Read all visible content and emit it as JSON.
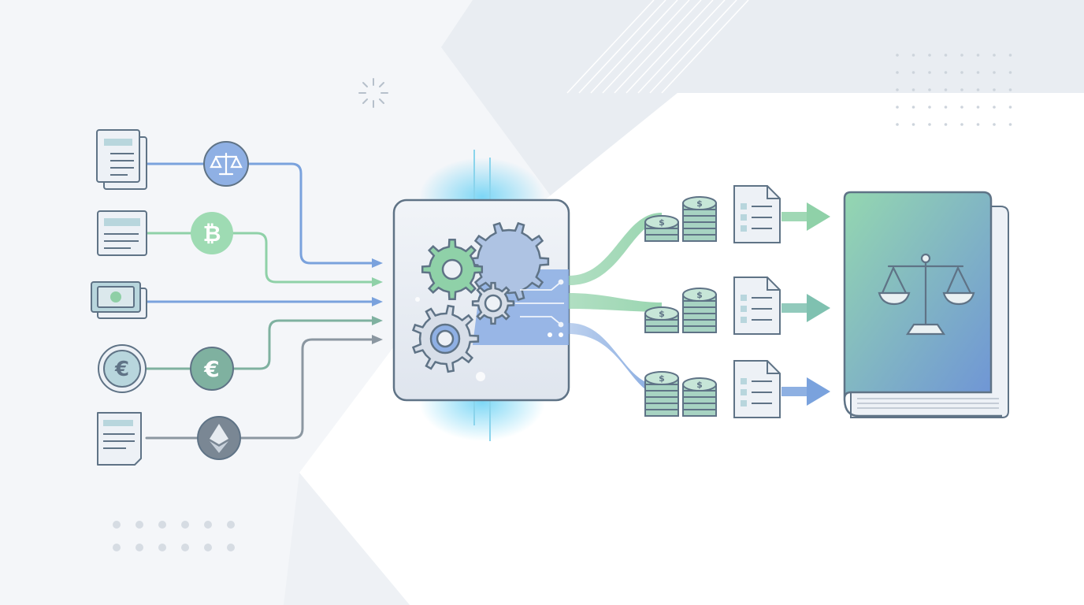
{
  "colors": {
    "background": "#f4f6f9",
    "outline": "#5f7386",
    "blue": "#7aa2dd",
    "blue_fill": "#8fb0e4",
    "green": "#8fd1a8",
    "green_fill": "#9edbb3",
    "teal": "#7fb1a0",
    "slate": "#8b97a1",
    "glow": "#7fd6f4",
    "coin_fill": "#a7d3c2",
    "doc_fill": "#edf1f6",
    "doc_header": "#b8d6dd"
  },
  "inputs": [
    {
      "source_icon": "documents-stack-icon",
      "badge_icon": "scales-icon",
      "badge_symbol": "⚖",
      "line_color": "blue"
    },
    {
      "source_icon": "ledger-document-icon",
      "badge_icon": "bitcoin-icon",
      "badge_symbol": "₿",
      "line_color": "green"
    },
    {
      "source_icon": "banknote-icon",
      "badge_icon": "",
      "badge_symbol": "",
      "line_color": "blue"
    },
    {
      "source_icon": "euro-coin-icon",
      "source_symbol": "€",
      "badge_icon": "euro-icon",
      "badge_symbol": "€",
      "line_color": "teal"
    },
    {
      "source_icon": "invoice-document-icon",
      "badge_icon": "ethereum-icon",
      "badge_symbol": "",
      "line_color": "slate"
    }
  ],
  "processor": {
    "icon": "gears-processor-icon"
  },
  "outputs": [
    {
      "coins_icon": "coin-stacks-icon",
      "coin_symbol": "$",
      "report_icon": "report-document-icon",
      "arrow_color": "green"
    },
    {
      "coins_icon": "coin-stacks-icon",
      "coin_symbol": "$",
      "report_icon": "report-document-icon",
      "arrow_color": "teal"
    },
    {
      "coins_icon": "coin-stacks-icon",
      "coin_symbol": "$",
      "report_icon": "report-document-icon",
      "arrow_color": "blue"
    }
  ],
  "ledger_book": {
    "icon": "law-book-icon",
    "emblem_icon": "balance-scale-icon"
  }
}
